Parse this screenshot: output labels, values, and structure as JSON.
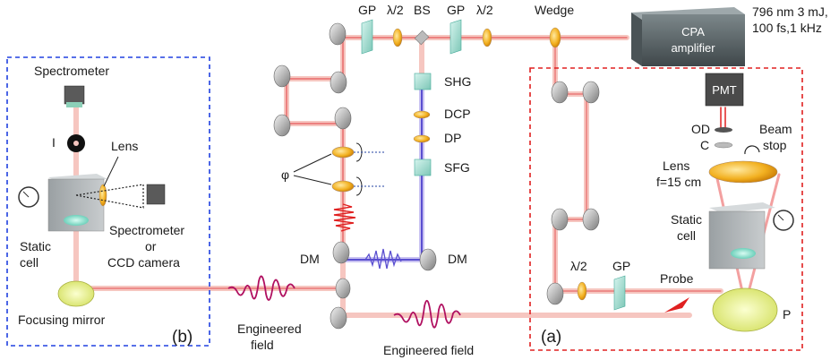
{
  "labels": {
    "gp1": "GP",
    "half_wave1": "λ/2",
    "bs": "BS",
    "gp2": "GP",
    "half_wave2": "λ/2",
    "wedge": "Wedge",
    "laser_spec_1": "796 nm 3 mJ,",
    "laser_spec_2": "100 fs,1 kHz",
    "cpa_1": "CPA",
    "cpa_2": "amplifier",
    "shg": "SHG",
    "dcp": "DCP",
    "dp": "DP",
    "sfg": "SFG",
    "phi": "φ",
    "dm_left": "DM",
    "dm_right": "DM",
    "pmt": "PMT",
    "od": "OD",
    "c": "C",
    "beam_stop_1": "Beam",
    "beam_stop_2": "stop",
    "lens_a_1": "Lens",
    "lens_a_2": "f=15 cm",
    "static_cell_a_1": "Static",
    "static_cell_a_2": "cell",
    "half_wave_a": "λ/2",
    "gp_a": "GP",
    "probe": "Probe",
    "p": "P",
    "panel_a": "(a)",
    "panel_b": "(b)",
    "spectrometer_top": "Spectrometer",
    "iris": "I",
    "lens_b": "Lens",
    "spectrometer_right_1": "Spectrometer",
    "spectrometer_right_2": "or",
    "spectrometer_right_3": "CCD camera",
    "static_cell_b_1": "Static",
    "static_cell_b_2": "cell",
    "focusing_mirror": "Focusing mirror",
    "engineered_field_mid_1": "Engineered",
    "engineered_field_mid_2": "field",
    "engineered_field_bottom": "Engineered field"
  },
  "colors": {
    "beam_red": "#f08080",
    "beam_pink": "#f6c6c0",
    "beam_blue": "#6a5fd0",
    "box_red": "#e02020",
    "box_blue": "#2040e0",
    "cpa_box": "#5a6468",
    "pmt_box": "#4a4a4a"
  }
}
